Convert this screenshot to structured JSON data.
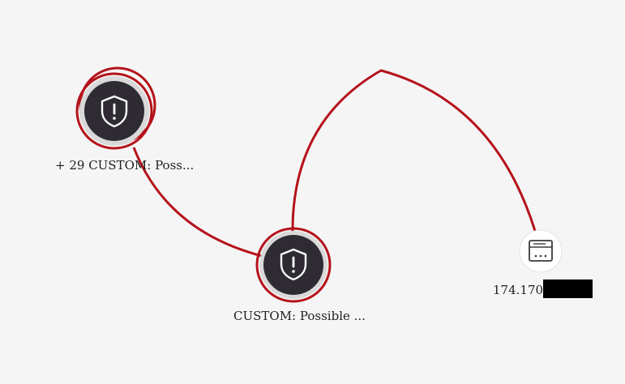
{
  "colors": {
    "background": "#f5f5f5",
    "edge": "#b5121b",
    "alert_node_fill": "#2f2b33",
    "alert_node_ring": "#d9d9d9",
    "host_node_fill": "#ffffff",
    "icon": "#ffffff",
    "host_icon": "#3a3a3a"
  },
  "nodes": [
    {
      "id": "alert-group",
      "type": "alert",
      "icon": "shield-alert-icon",
      "label": "+ 29 CUSTOM: Poss..."
    },
    {
      "id": "alert-single",
      "type": "alert",
      "icon": "shield-alert-icon",
      "label": "CUSTOM: Possible ..."
    },
    {
      "id": "host",
      "type": "host",
      "icon": "browser-window-icon",
      "label": "174.170",
      "label_redacted": true
    }
  ],
  "edges": [
    {
      "from": "alert-group",
      "to": "alert-single"
    },
    {
      "from": "alert-single",
      "to": "host"
    }
  ]
}
